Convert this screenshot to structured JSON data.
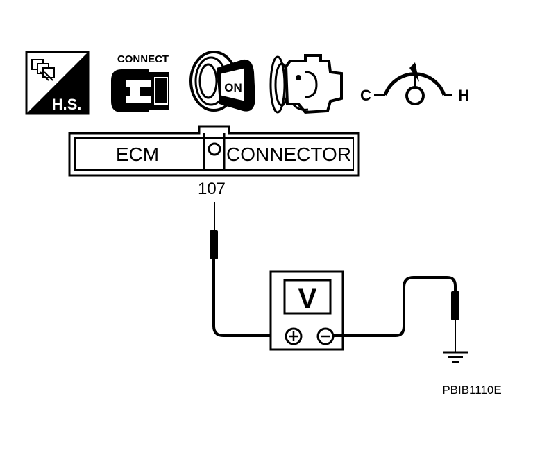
{
  "icons": {
    "hs_label": "H.S.",
    "connect_label": "CONNECT",
    "ignition_label": "ON",
    "temp_cold_label": "C",
    "temp_hot_label": "H",
    "items": [
      {
        "icon": "harness-schematic-icon"
      },
      {
        "icon": "connector-connect-icon"
      },
      {
        "icon": "ignition-key-on-icon"
      },
      {
        "icon": "engine-running-icon"
      },
      {
        "icon": "engine-temperature-gauge-icon"
      }
    ]
  },
  "connector": {
    "left_label": "ECM",
    "right_label": "CONNECTOR"
  },
  "terminal": {
    "number": "107"
  },
  "meter": {
    "display": "V",
    "positive_symbol": "⊕",
    "negative_symbol": "⊖"
  },
  "figure_code": "PBIB1110E"
}
